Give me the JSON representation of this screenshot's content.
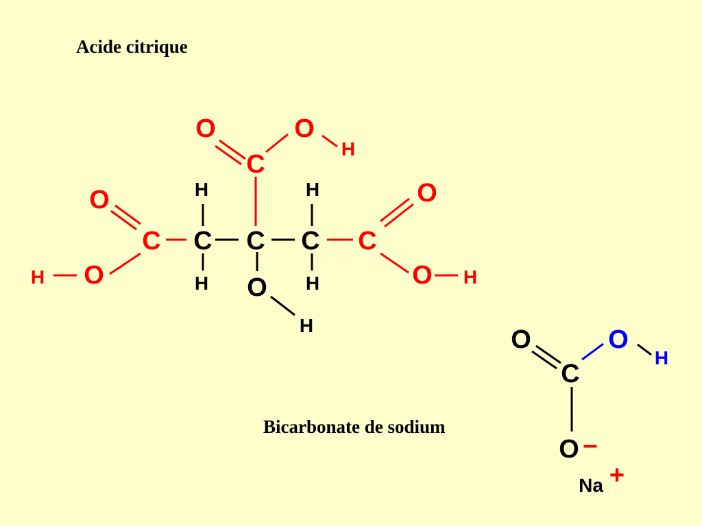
{
  "citric_acid": {
    "title": "Acide citrique",
    "atoms": {
      "c1": "C",
      "c2": "C",
      "c3": "C",
      "c4": "C",
      "c5": "C",
      "c6": "C",
      "o1": "O",
      "o2": "O",
      "o3": "O",
      "o4": "O",
      "o5": "O",
      "o6": "O",
      "o7": "O",
      "h1": "H",
      "h2": "H",
      "h3": "H",
      "h4": "H",
      "h5": "H",
      "h6": "H",
      "h7": "H",
      "h8": "H"
    }
  },
  "sodium_bicarbonate": {
    "title": "Bicarbonate de sodium",
    "atoms": {
      "c": "C",
      "o_double": "O",
      "o_hydroxyl": "O",
      "h": "H",
      "o_minus": "O",
      "minus_sign": "–",
      "na": "Na",
      "plus_sign": "+"
    }
  },
  "colors": {
    "carboxyl": "#ff0000",
    "backbone": "#000000",
    "hydroxyl_bicarb": "#0000ff",
    "background": "#ffffcc"
  }
}
